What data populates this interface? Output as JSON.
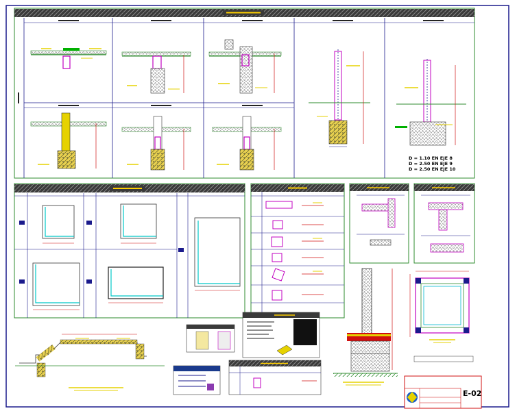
{
  "drawing": {
    "sheet_number": "E-02",
    "depth_notes": [
      "D = 1.10 EN EJE 8",
      "D = 2.50 EN EJE 9",
      "D = 2.50 EN EJE 10"
    ]
  },
  "colors": {
    "border": "#1a1a8c",
    "panel_line": "#2e8b2e",
    "title_band": "#3a3a3a",
    "title_text": "#ffd000",
    "magenta": "#c000c0",
    "cyan": "#00b8d0",
    "yellow": "#e6d200",
    "red": "#d01010",
    "concrete": "#e8d050"
  }
}
